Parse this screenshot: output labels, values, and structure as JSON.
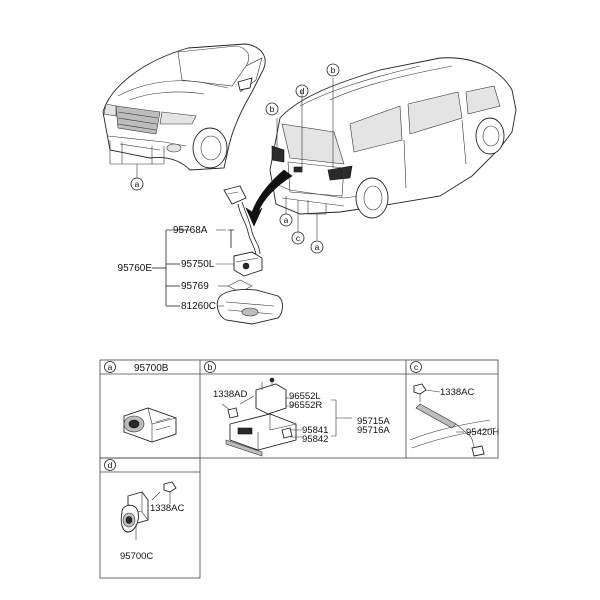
{
  "callouts": {
    "a": "a",
    "b": "b",
    "c": "c",
    "d": "d"
  },
  "assembly": {
    "p95760E": "95760E",
    "p95768A": "95768A",
    "p95750L": "95750L",
    "p95769": "95769",
    "p81260C": "81260C"
  },
  "panels": {
    "a": {
      "key": "a",
      "part": "95700B"
    },
    "b": {
      "key": "b",
      "p1338AD": "1338AD",
      "p96552L": "96552L",
      "p96552R": "96552R",
      "p95715A": "95715A",
      "p95716A": "95716A",
      "p95841": "95841",
      "p95842": "95842"
    },
    "c": {
      "key": "c",
      "p1338AC": "1338AC",
      "p95420H": "95420H"
    },
    "d": {
      "key": "d",
      "p1338AC": "1338AC",
      "p95700C": "95700C"
    }
  }
}
